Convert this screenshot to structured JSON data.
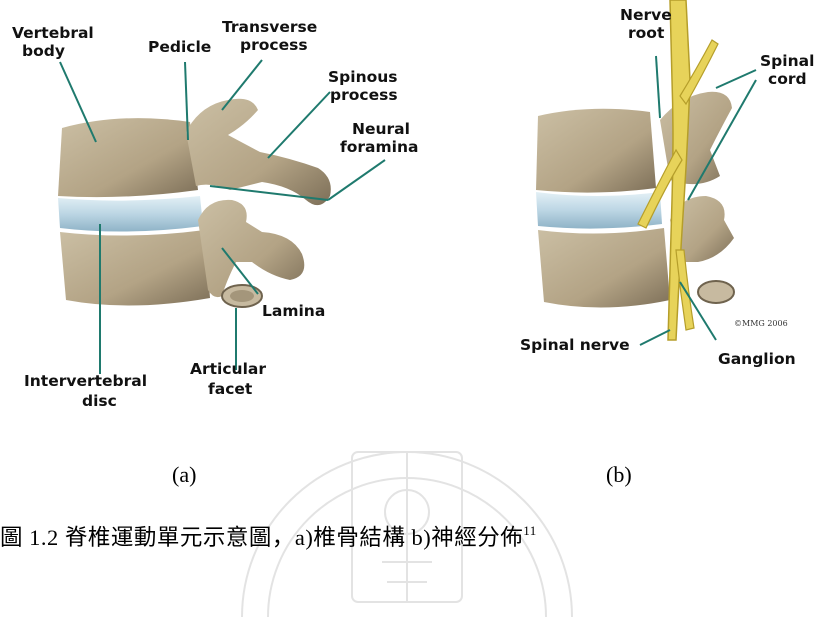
{
  "figure_a": {
    "labels": {
      "vertebral_body": [
        "Vertebral",
        "body"
      ],
      "pedicle": [
        "Pedicle"
      ],
      "transverse_process": [
        "Transverse",
        "process"
      ],
      "spinous_process": [
        "Spinous",
        "process"
      ],
      "neural_foramina": [
        "Neural",
        "foramina"
      ],
      "lamina": [
        "Lamina"
      ],
      "intervertebral_disc": [
        "Intervertebral",
        "disc"
      ],
      "articular_facet": [
        "Articular",
        "facet"
      ]
    },
    "sublabel": "(a)"
  },
  "figure_b": {
    "labels": {
      "nerve_root": [
        "Nerve",
        "root"
      ],
      "spinal_cord": [
        "Spinal",
        "cord"
      ],
      "spinal_nerve": [
        "Spinal nerve"
      ],
      "ganglion": [
        "Ganglion"
      ]
    },
    "copyright": "©MMG 2006",
    "sublabel": "(b)"
  },
  "caption": {
    "text": "圖 1.2 脊椎運動單元示意圖，a)椎骨結構 b)神經分佈",
    "superscript": "11"
  },
  "colors": {
    "bone": "#b7a88c",
    "bone_shadow": "#7d6f58",
    "disc": "#bcd6e4",
    "nerve": "#e7d35a",
    "leader_line": "#1f7a6e",
    "watermark": "#b0b0b0"
  }
}
